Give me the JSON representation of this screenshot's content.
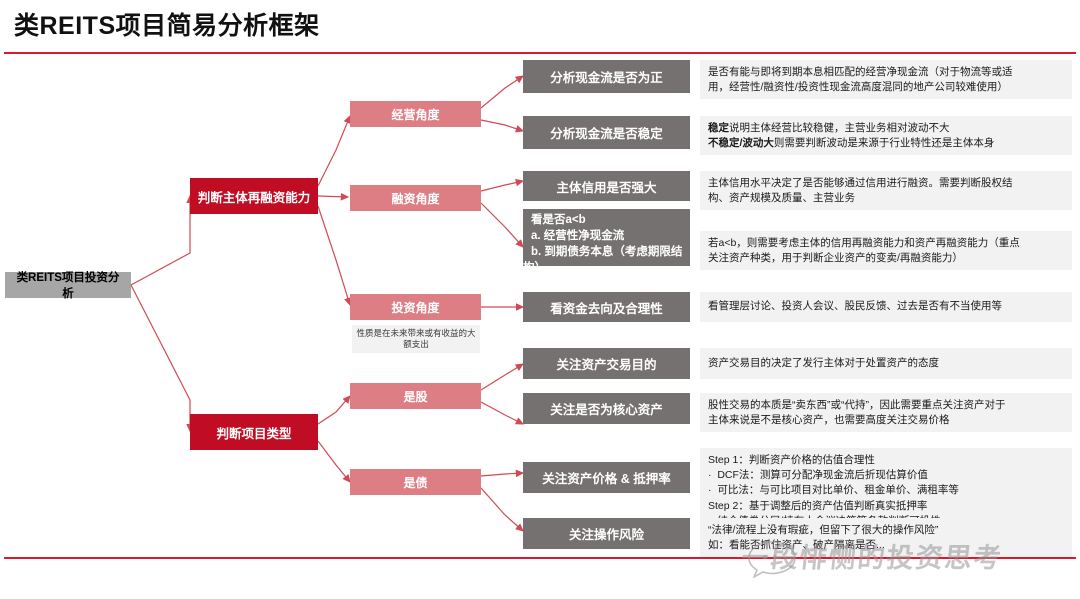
{
  "header": {
    "title": "类REITS项目简易分析框架"
  },
  "colors": {
    "accent_red": "#D8192E",
    "level1_red": "#C10D23",
    "level2_pink": "#DD7E85",
    "level3_gray": "#767171",
    "root_gray": "#A6A6A6",
    "desc_bg": "#F2F2F2",
    "arrow_red": "#D04A55"
  },
  "root": {
    "label": "类REITS项目投资分析"
  },
  "branches": [
    {
      "label": "判断主体再融资能力",
      "children": [
        {
          "label": "经营角度",
          "children": [
            {
              "label": "分析现金流是否为正",
              "desc_lines": [
                {
                  "text": "是否有能与即将到期本息相匹配的经营净现金流（对于物流等或适",
                  "bold_prefix": ""
                },
                {
                  "text": "用，经营性/融资性/投资性现金流高度混同的地产公司较难使用）",
                  "bold_prefix": ""
                }
              ]
            },
            {
              "label": "分析现金流是否稳定",
              "desc_lines": [
                {
                  "bold_prefix": "稳定",
                  "text": "说明主体经营比较稳健，主营业务相对波动不大"
                },
                {
                  "bold_prefix": "不稳定/波动大",
                  "text": "则需要判断波动是来源于行业特性还是主体本身"
                }
              ]
            }
          ]
        },
        {
          "label": "融资角度",
          "children": [
            {
              "label": "主体信用是否强大",
              "desc_lines": [
                {
                  "bold_prefix": "",
                  "text": "主体信用水平决定了是否能够通过信用进行融资。需要判断股权结"
                },
                {
                  "bold_prefix": "",
                  "text": "构、资产规模及质量、主营业务"
                }
              ]
            },
            {
              "label_lines": [
                "看是否a<b",
                "a. 经营性净现金流",
                "b. 到期债务本息（考虑期限结",
                "构）"
              ],
              "desc_lines": [
                {
                  "bold_prefix": "",
                  "text": "若a<b，则需要考虑主体的信用再融资能力和资产再融资能力（重点"
                },
                {
                  "bold_prefix": "",
                  "text": "关注资产种类，用于判断企业资产的变卖/再融资能力）"
                }
              ]
            }
          ]
        },
        {
          "label": "投资角度",
          "note": "性质是在未来带来或有收益的大额支出",
          "children": [
            {
              "label": "看资金去向及合理性",
              "desc_lines": [
                {
                  "bold_prefix": "",
                  "text": "看管理层讨论、投资人会议、股民反馈、过去是否有不当使用等"
                }
              ]
            }
          ]
        }
      ]
    },
    {
      "label": "判断项目类型",
      "children": [
        {
          "label": "是股",
          "children": [
            {
              "label": "关注资产交易目的",
              "desc_lines": [
                {
                  "bold_prefix": "",
                  "text": "资产交易目的决定了发行主体对于处置资产的态度"
                }
              ]
            },
            {
              "label": "关注是否为核心资产",
              "desc_lines": [
                {
                  "bold_prefix": "",
                  "text": "股性交易的本质是“卖东西”或“代持”，因此需要重点关注资产对于"
                },
                {
                  "bold_prefix": "",
                  "text": "主体来说是不是核心资产，也需要高度关注交易价格"
                }
              ]
            }
          ]
        },
        {
          "label": "是债",
          "children": [
            {
              "label": "关注资产价格 & 抵押率",
              "desc_lines": [
                {
                  "bold_prefix": "",
                  "text": "Step 1：判断资产价格的估值合理性"
                },
                {
                  "bold_prefix": "",
                  "text": "DCF法：测算可分配净现金流后折现估算价值",
                  "bullet": true
                },
                {
                  "bold_prefix": "",
                  "text": "可比法：与可比项目对比单价、租金单价、满租率等",
                  "bullet": true
                },
                {
                  "bold_prefix": "",
                  "text": "Step 2：基于调整后的资产估值判断真实抵押率"
                },
                {
                  "bold_prefix": "",
                  "text": "结合债券分层/持有人会议决策等条款判断可投性",
                  "bullet": true
                }
              ]
            },
            {
              "label": "关注操作风险",
              "desc_lines": [
                {
                  "bold_prefix": "",
                  "text": "“法律/流程上没有瑕疵，但留下了很大的操作风险”"
                },
                {
                  "bold_prefix": "",
                  "text": "如：看能否抓住资产、破产隔离是否..."
                }
              ]
            }
          ]
        }
      ]
    }
  ],
  "watermark": {
    "text": "一段悱恻的投资思考",
    "icon": "chat-bubble-icon"
  }
}
